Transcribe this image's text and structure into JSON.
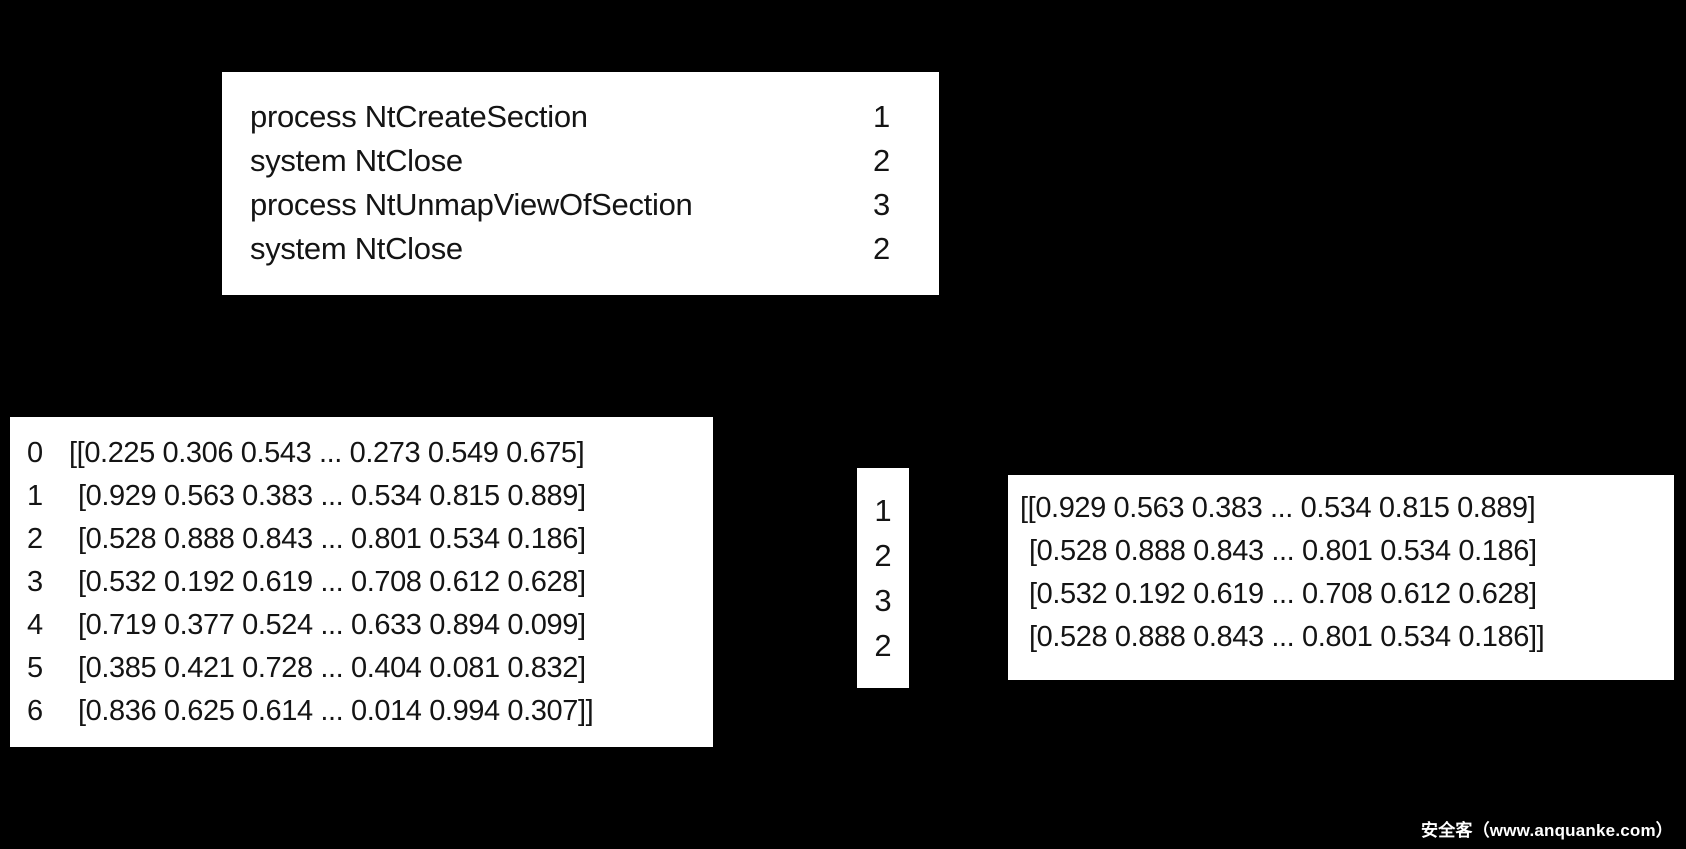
{
  "page": {
    "background_color": "#000000",
    "box_color": "#ffffff",
    "text_color": "#141414"
  },
  "sequence_box": {
    "rows": [
      {
        "call": "process NtCreateSection",
        "index": "1"
      },
      {
        "call": "system NtClose",
        "index": "2"
      },
      {
        "call": "process NtUnmapViewOfSection",
        "index": "3"
      },
      {
        "call": "system NtClose",
        "index": "2"
      }
    ]
  },
  "embedding_matrix_box": {
    "rows": [
      {
        "index": "0",
        "values": "[[0.225 0.306 0.543 ... 0.273 0.549 0.675]"
      },
      {
        "index": "1",
        "values": "[0.929 0.563 0.383 ... 0.534 0.815 0.889]"
      },
      {
        "index": "2",
        "values": "[0.528 0.888 0.843 ... 0.801 0.534 0.186]"
      },
      {
        "index": "3",
        "values": "[0.532 0.192 0.619 ... 0.708 0.612 0.628]"
      },
      {
        "index": "4",
        "values": "[0.719 0.377 0.524 ... 0.633 0.894 0.099]"
      },
      {
        "index": "5",
        "values": "[0.385 0.421 0.728 ... 0.404 0.081 0.832]"
      },
      {
        "index": "6",
        "values": "[0.836 0.625 0.614 ... 0.014 0.994 0.307]]"
      }
    ]
  },
  "index_vector_box": {
    "values": [
      "1",
      "2",
      "3",
      "2"
    ]
  },
  "output_matrix_box": {
    "rows": [
      "[[0.929 0.563 0.383 ... 0.534 0.815 0.889]",
      "[0.528 0.888 0.843 ... 0.801 0.534 0.186]",
      "[0.532 0.192 0.619 ... 0.708 0.612 0.628]",
      "[0.528 0.888 0.843 ... 0.801 0.534 0.186]]"
    ]
  },
  "watermark": {
    "text": "安全客（www.anquanke.com）"
  }
}
